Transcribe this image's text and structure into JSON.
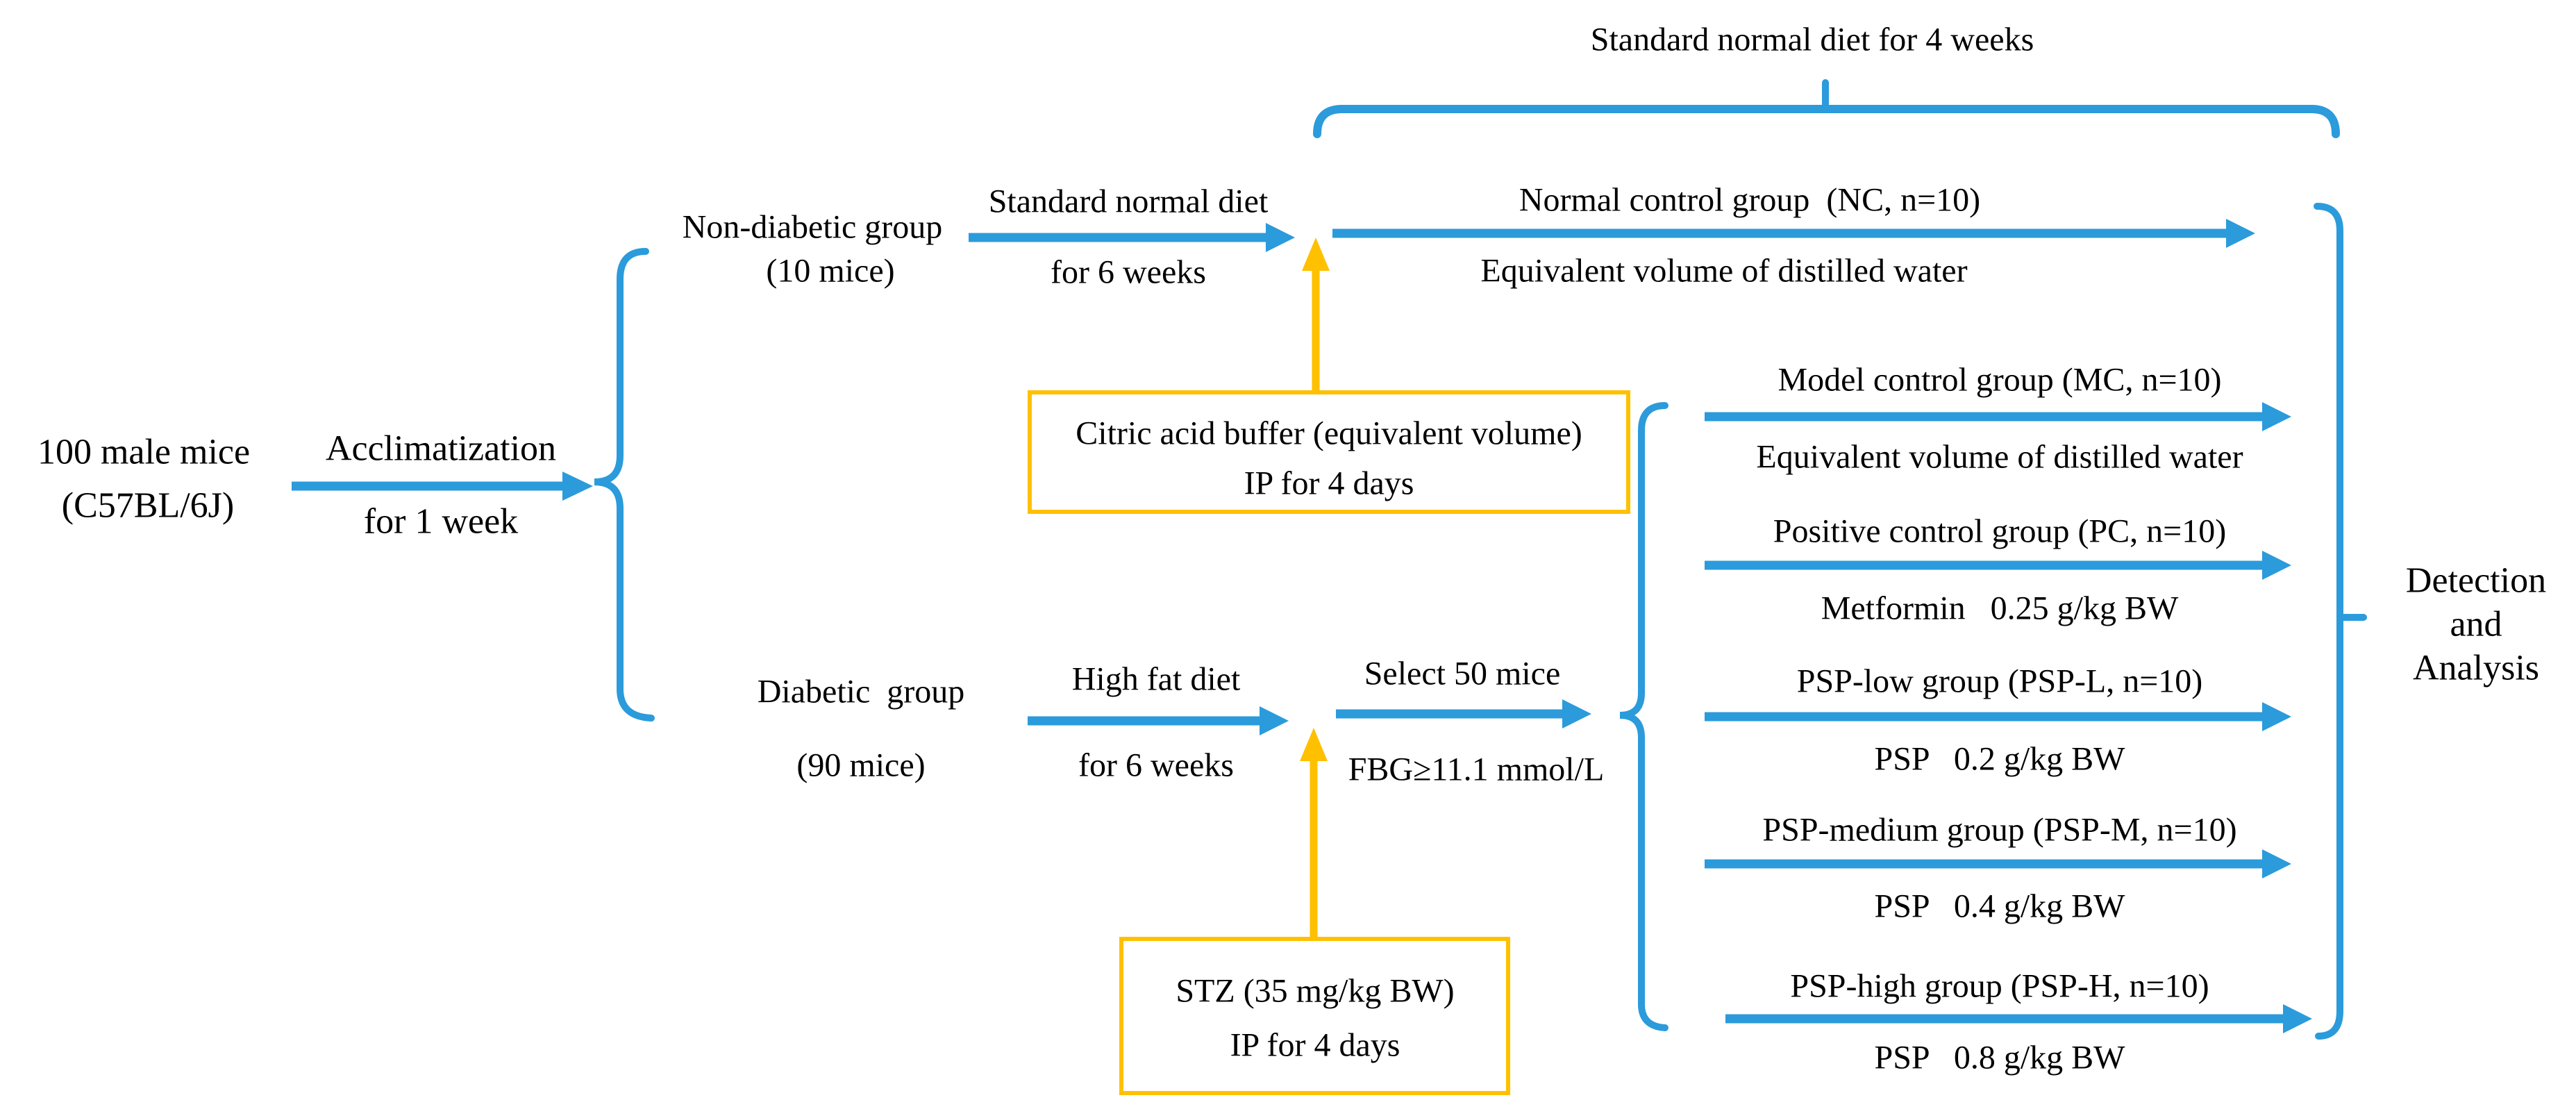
{
  "diagram": {
    "cohort": {
      "line1": "100 male mice",
      "line2": "(C57BL/6J)"
    },
    "acclimatization": {
      "label": "Acclimatization",
      "duration": "for 1 week"
    },
    "top_phase": {
      "label": "Standard normal diet for 4 weeks"
    },
    "non_diabetic": {
      "name": "Non-diabetic group",
      "size": "(10 mice)",
      "diet": "Standard normal diet",
      "diet_duration": "for 6 weeks"
    },
    "diabetic": {
      "name": "Diabetic  group",
      "size": "(90 mice)",
      "diet": "High fat diet",
      "diet_duration": "for 6 weeks"
    },
    "selection": {
      "label": "Select 50 mice",
      "criterion": "FBG≥11.1 mmol/L"
    },
    "citric_box": {
      "line1": "Citric acid buffer (equivalent volume)",
      "line2": "IP for 4 days"
    },
    "stz_box": {
      "line1": "STZ (35 mg/kg BW)",
      "line2": "IP for 4 days"
    },
    "nc_group": {
      "label": "Normal control group  (NC, n=10)",
      "treatment": "Equivalent volume of distilled water"
    },
    "groups": [
      {
        "label": "Model control group (MC, n=10)",
        "treatment": "Equivalent volume of distilled water"
      },
      {
        "label": "Positive control group (PC, n=10)",
        "treatment": "Metformin   0.25 g/kg BW"
      },
      {
        "label": "PSP-low group (PSP-L, n=10)",
        "treatment": "PSP   0.2 g/kg BW"
      },
      {
        "label": "PSP-medium group (PSP-M, n=10)",
        "treatment": "PSP   0.4 g/kg BW"
      },
      {
        "label": "PSP-high group (PSP-H, n=10)",
        "treatment": "PSP   0.8 g/kg BW"
      }
    ],
    "outcome": {
      "line1": "Detection",
      "line2": "and",
      "line3": "Analysis"
    }
  },
  "colors": {
    "arrow_blue": "#2B9BDB",
    "box_yellow": "#FFC000",
    "text": "#000000",
    "background": "#FFFFFF"
  }
}
